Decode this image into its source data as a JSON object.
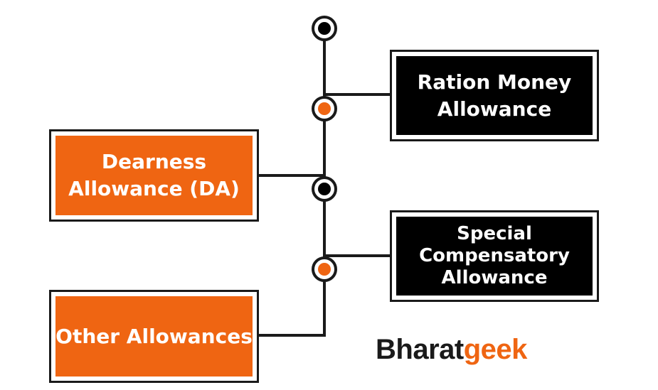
{
  "diagram": {
    "boxes": {
      "ration_money": "Ration Money Allowance",
      "dearness": "Dearness Allowance (DA)",
      "special_compensatory": "Special Compensatory Allowance",
      "other": "Other Allowances"
    }
  },
  "brand": {
    "part1": "Bharat",
    "part2": "geek"
  },
  "colors": {
    "accent_orange": "#ef6512",
    "dark": "#000000",
    "line": "#1a1a1a"
  }
}
